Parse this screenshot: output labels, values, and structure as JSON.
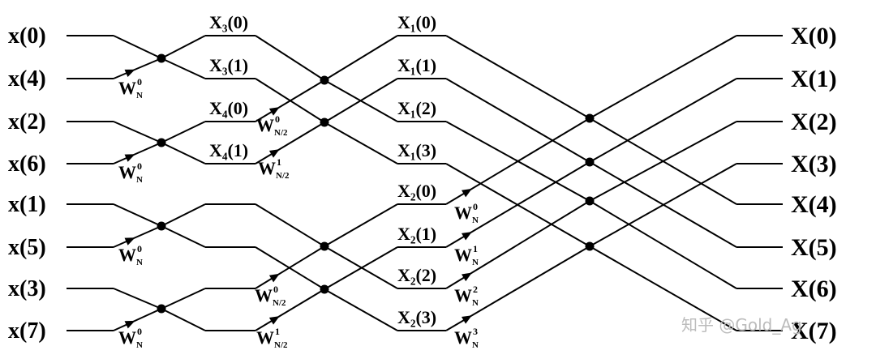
{
  "inputs": [
    "x(0)",
    "x(4)",
    "x(2)",
    "x(6)",
    "x(1)",
    "x(5)",
    "x(3)",
    "x(7)"
  ],
  "stage1_outputs": [
    "X₃(0)",
    "X₃(1)",
    "X₄(0)",
    "X₄(1)"
  ],
  "stage2_outputs": [
    "X₁(0)",
    "X₁(1)",
    "X₁(2)",
    "X₁(3)",
    "X₂(0)",
    "X₂(1)",
    "X₂(2)",
    "X₂(3)"
  ],
  "outputs": [
    "X(0)",
    "X(1)",
    "X(2)",
    "X(3)",
    "X(4)",
    "X(5)",
    "X(6)",
    "X(7)"
  ],
  "twiddles": {
    "stage1": [
      {
        "base": "W",
        "sup": "0",
        "sub": "N"
      },
      {
        "base": "W",
        "sup": "0",
        "sub": "N"
      },
      {
        "base": "W",
        "sup": "0",
        "sub": "N"
      },
      {
        "base": "W",
        "sup": "0",
        "sub": "N"
      }
    ],
    "stage2": [
      {
        "base": "W",
        "sup": "0",
        "sub": "N/2"
      },
      {
        "base": "W",
        "sup": "1",
        "sub": "N/2"
      },
      {
        "base": "W",
        "sup": "0",
        "sub": "N/2"
      },
      {
        "base": "W",
        "sup": "1",
        "sub": "N/2"
      }
    ],
    "stage3": [
      {
        "base": "W",
        "sup": "0",
        "sub": "N"
      },
      {
        "base": "W",
        "sup": "1",
        "sub": "N"
      },
      {
        "base": "W",
        "sup": "2",
        "sub": "N"
      },
      {
        "base": "W",
        "sup": "3",
        "sub": "N"
      }
    ]
  },
  "watermark": "知乎 @Gold_Ag"
}
